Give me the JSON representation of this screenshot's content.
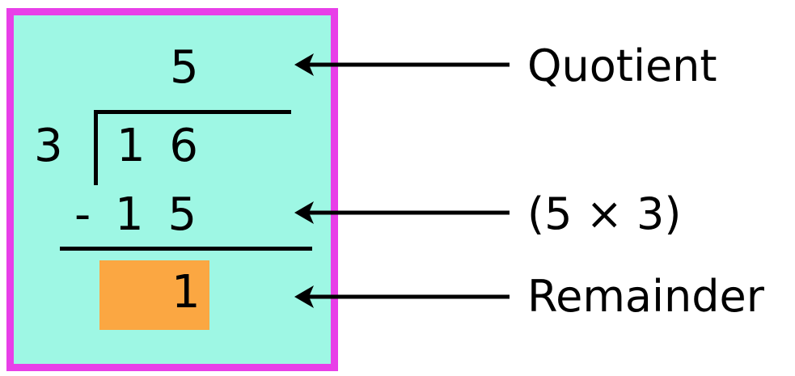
{
  "division": {
    "quotient": "5",
    "divisor": "3",
    "dividend": "1 6",
    "subtraction": "- 1 5",
    "remainder": "1"
  },
  "labels": {
    "quotient": "Quotient",
    "multiplication": "(5 × 3)",
    "remainder": "Remainder"
  },
  "colors": {
    "box_border": "#e83fe8",
    "box_fill": "#9ef7e4",
    "remainder_highlight": "#fba742",
    "ink": "#000000"
  }
}
